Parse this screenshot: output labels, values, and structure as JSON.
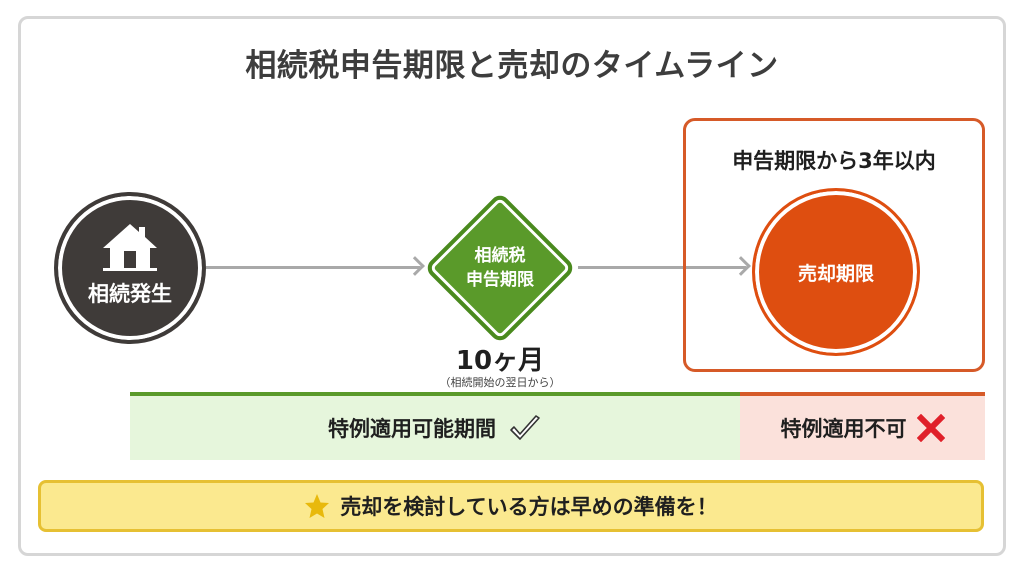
{
  "title": "相続税申告期限と売却のタイムライン",
  "start_node": {
    "icon": "house-icon",
    "label": "相続発生",
    "color": "#3f3b39"
  },
  "filing_deadline_node": {
    "line1": "相続税",
    "line2": "申告期限",
    "color": "#5a9a2a",
    "period": "10ヶ月",
    "period_note": "（相続開始の翌日から）"
  },
  "sale_deadline_box": {
    "title": "申告期限から3年以内",
    "border_color": "#d65a28"
  },
  "sale_deadline_node": {
    "label": "売却期限",
    "color": "#de4e10"
  },
  "period_bars": {
    "eligible": {
      "label": "特例適用可能期間",
      "icon": "check-icon",
      "bg_color": "#e6f6dc",
      "accent_color": "#5a9a2a"
    },
    "ineligible": {
      "label": "特例適用不可",
      "icon": "cross-icon",
      "bg_color": "#fbe1db",
      "accent_color": "#d65a28"
    }
  },
  "note": {
    "icon": "star-icon",
    "text": "売却を検討している方は早めの準備を！",
    "bg_color": "#fbe98f"
  }
}
